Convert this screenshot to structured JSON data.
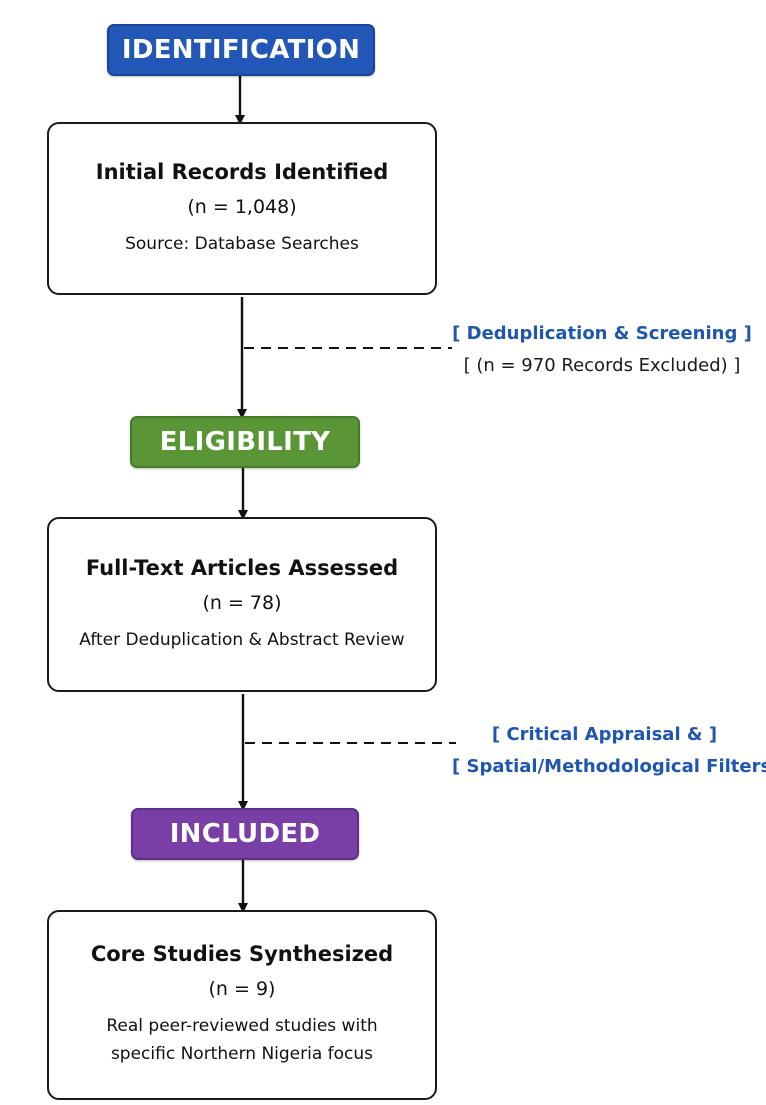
{
  "stages": {
    "identification": "IDENTIFICATION",
    "eligibility": "ELIGIBILITY",
    "included": "INCLUDED"
  },
  "boxes": {
    "records": {
      "title": "Initial Records Identified",
      "count": "(n = 1,048)",
      "detail": "Source: Database Searches"
    },
    "assessed": {
      "title": "Full-Text Articles Assessed",
      "count": "(n = 78)",
      "detail": "After Deduplication & Abstract Review"
    },
    "core": {
      "title": "Core Studies Synthesized",
      "count": "(n = 9)",
      "detail_line1": "Real peer-reviewed studies with",
      "detail_line2": "specific Northern Nigeria focus"
    }
  },
  "exclusions": {
    "dedup": {
      "line1": "[ Deduplication & Screening ]",
      "line2": "[ (n = 970 Records Excluded) ]"
    },
    "appraisal": {
      "line1": "[ Critical Appraisal & ]",
      "line2": "[ Spatial/Methodological Filters ]"
    }
  },
  "colors": {
    "identification": "#2257b8",
    "eligibility": "#5b9636",
    "included": "#7a3fa6",
    "note_accent": "#1f56b0"
  }
}
